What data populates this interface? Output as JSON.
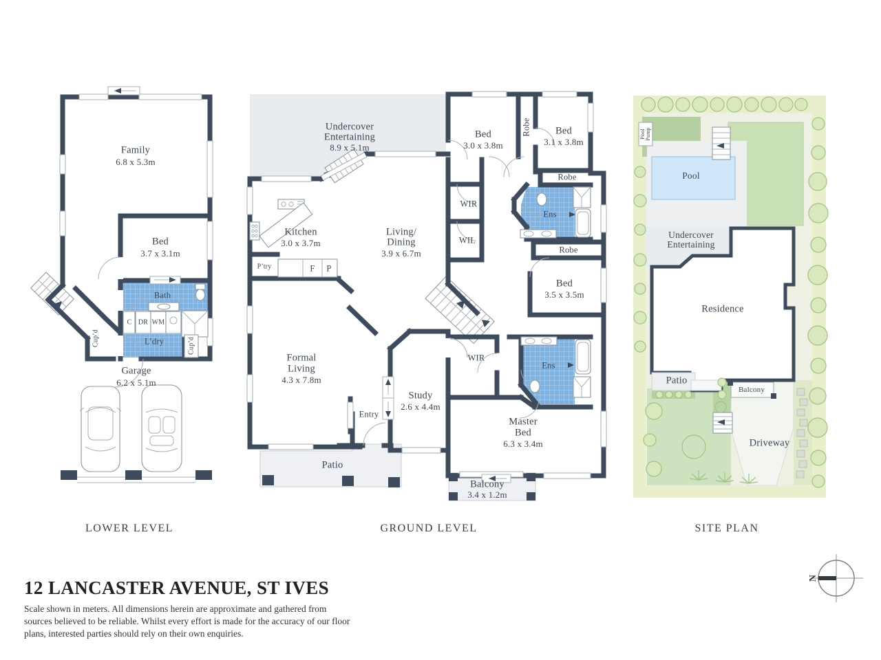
{
  "title": "12 LANCASTER AVENUE, ST IVES",
  "disclaimer": [
    "Scale shown in meters. All dimensions herein are approximate and gathered from",
    "sources believed to be  reliable. Whilst every effort is made for the accuracy of our floor",
    "plans, interested parties should rely on their own enquiries."
  ],
  "sections": {
    "lower": "LOWER LEVEL",
    "ground": "GROUND LEVEL",
    "site": "SITE PLAN"
  },
  "compass": {
    "north": "N"
  },
  "lower": {
    "family": {
      "name": "Family",
      "dims": "6.8 x 5.3m"
    },
    "bed": {
      "name": "Bed",
      "dims": "3.7 x 3.1m"
    },
    "bath": {
      "name": "Bath"
    },
    "ldry": {
      "name": "L’dry"
    },
    "garage": {
      "name": "Garage",
      "dims": "6.2 x 5.1m"
    },
    "cupd_left": "Cup’d",
    "cupd_right": "Cup’d",
    "closet_c": "C",
    "closet_dr": "DR",
    "closet_wm": "WM"
  },
  "ground": {
    "undercover": {
      "l1": "Undercover",
      "l2": "Entertaining",
      "dims": "8.9 x 5.1m"
    },
    "kitchen": {
      "name": "Kitchen",
      "dims": "3.0 x 3.7m"
    },
    "pantry": "P’try",
    "fridge": "F",
    "pantry_p": "P",
    "living": {
      "l1": "Living/",
      "l2": "Dining",
      "dims": "3.9 x 6.7m"
    },
    "bed1": {
      "name": "Bed",
      "dims": "3.0 x 3.8m"
    },
    "bed2": {
      "name": "Bed",
      "dims": "3.1 x 3.8m"
    },
    "bed3": {
      "name": "Bed",
      "dims": "3.5 x 3.5m"
    },
    "master": {
      "l1": "Master",
      "l2": "Bed",
      "dims": "6.3 x 3.4m"
    },
    "formal": {
      "l1": "Formal",
      "l2": "Living",
      "dims": "4.3 x 7.8m"
    },
    "study": {
      "name": "Study",
      "dims": "2.6 x 4.4m"
    },
    "entry": "Entry",
    "wir1": "WIR",
    "wil": "WIL",
    "wir2": "WIR",
    "ens1": "Ens",
    "ens2": "Ens",
    "robe_v": "Robe",
    "robe1": "Robe",
    "robe2": "Robe",
    "patio": "Patio",
    "balcony": {
      "name": "Balcony",
      "dims": "3.4 x 1.2m"
    }
  },
  "site": {
    "pool": "Pool",
    "pool_pump_l1": "Pool",
    "pool_pump_l2": "Pump",
    "undercover": {
      "l1": "Undercover",
      "l2": "Entertaining"
    },
    "residence": "Residence",
    "patio": "Patio",
    "balcony": "Balcony",
    "driveway": "Driveway"
  },
  "colors": {
    "wall": "#3e4b5c",
    "wet_area": "#7fb2e0",
    "outdoor_gray": "#e9ecef",
    "pool_blue": "#cfe7f8",
    "lawn": "#cfe2c0",
    "hedge": "#e9efca"
  }
}
